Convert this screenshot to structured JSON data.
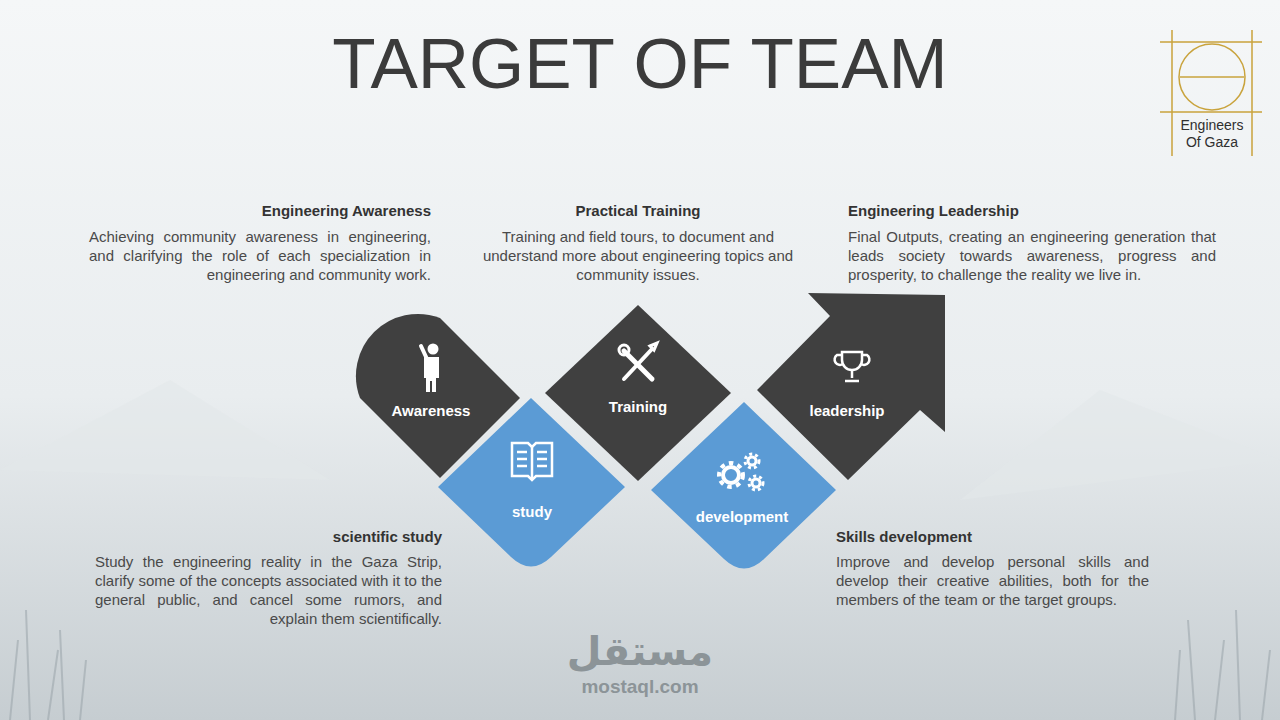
{
  "diagram": {
    "title": "TARGET OF TEAM",
    "nodes": [
      {
        "text": [
          "Awareness"
        ]
      },
      {
        "text": [
          "study"
        ]
      },
      {
        "text": [
          "Training"
        ]
      },
      {
        "text": [
          "development"
        ]
      },
      {
        "text": [
          "leadership"
        ]
      }
    ],
    "labels": [
      "Engineering Awareness",
      "Achieving community awareness in engineering, and clarifying the role of each specialization in engineering and community work.",
      "Practical Training",
      "Training and field tours, to document and understand more about engineering topics and community issues.",
      "Engineering Leadership",
      "Final Outputs, creating an engineering generation that leads society towards awareness, progress and prosperity, to challenge the reality we live in.",
      "scientific study",
      "Study the engineering reality in the Gaza Strip, clarify some of the concepts associated with it to the general public, and cancel some rumors, and explain them scientifically.",
      "Skills development",
      "Improve and develop personal skills and develop their creative abilities, both for the members of the team or the target groups.",
      "Engineers Of Gaza",
      "مستقل",
      "mostaql.com"
    ]
  }
}
